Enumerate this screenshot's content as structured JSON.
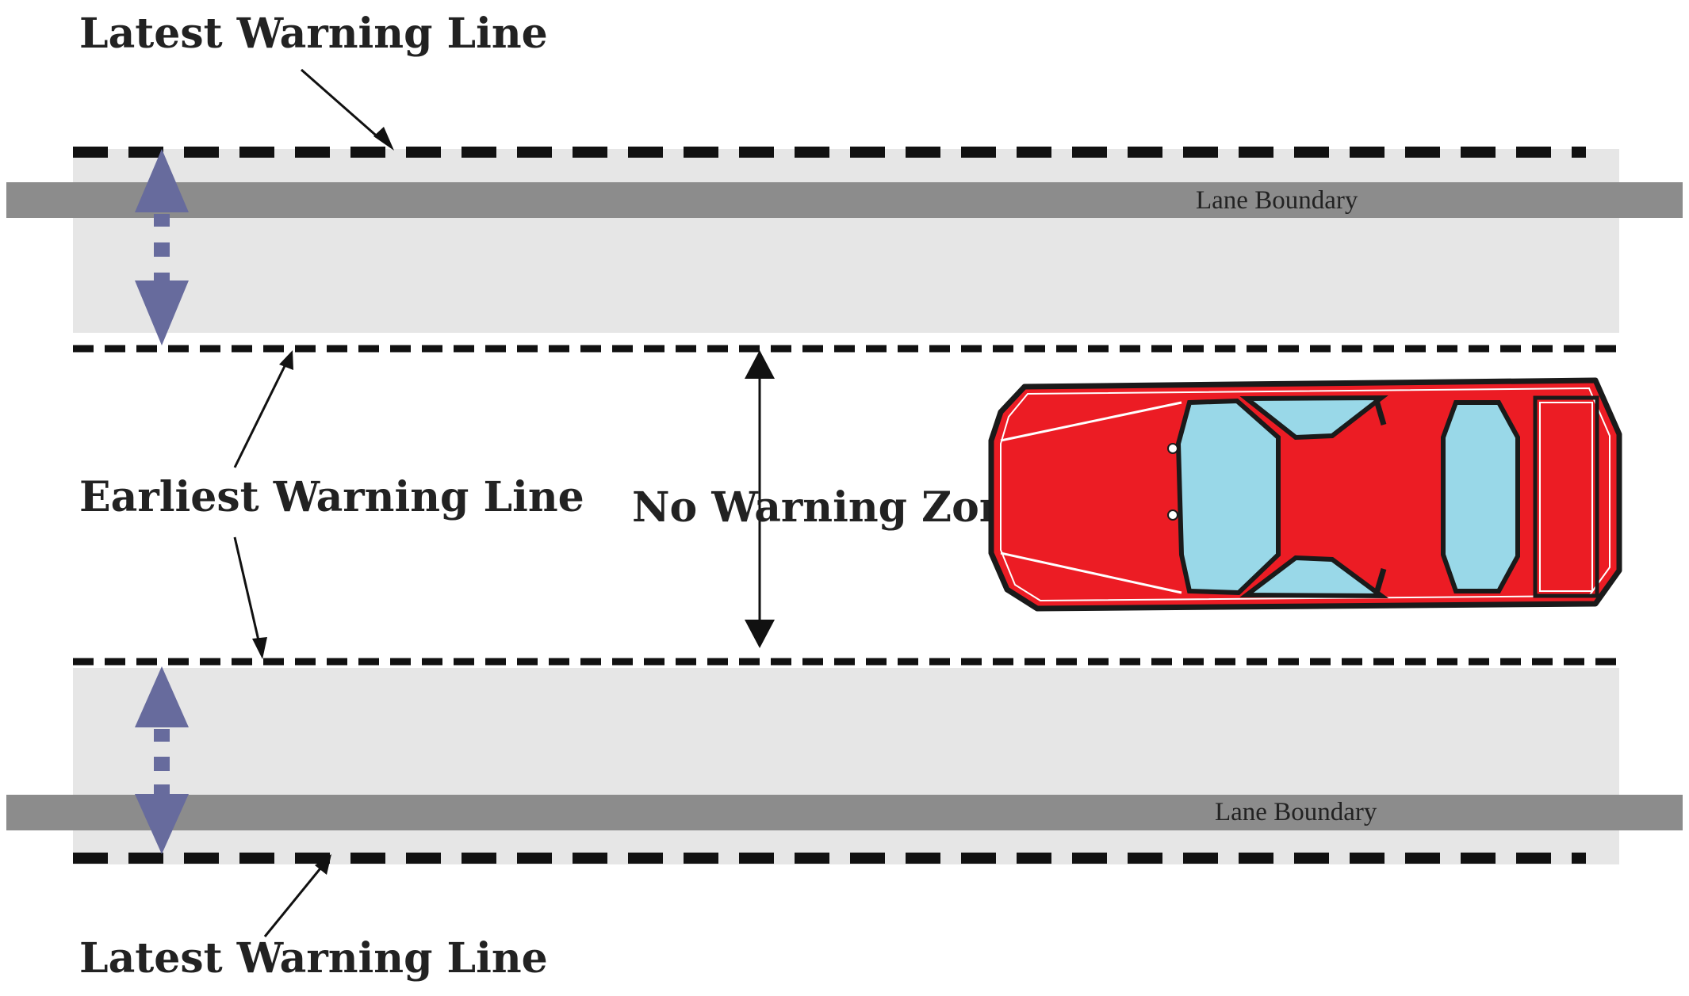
{
  "labels": {
    "latest_warning_top": "Latest Warning Line",
    "latest_warning_bottom": "Latest Warning Line",
    "earliest_warning": "Earliest Warning Line",
    "no_warning_zone": "No Warning Zone",
    "lane_boundary_top": "Lane Boundary",
    "lane_boundary_bottom": "Lane Boundary"
  },
  "colors": {
    "warning_band": "#e6e6e6",
    "lane_boundary": "#8c8c8c",
    "dashed_line": "#111111",
    "double_arrow": "#676b9d",
    "car_body": "#ec1c24",
    "car_glass": "#99d8e8",
    "car_outline": "#1a1a1a"
  },
  "icons": {
    "car": "red-car-top-view-icon",
    "double_arrow": "double-headed-arrow-icon"
  }
}
